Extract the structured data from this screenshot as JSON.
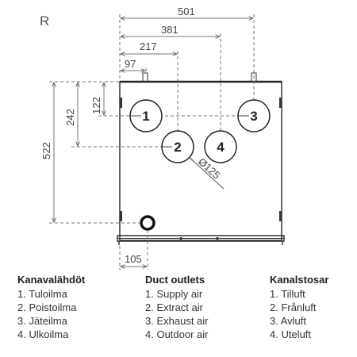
{
  "side_label": "R",
  "dimensions": {
    "w501": "501",
    "w381": "381",
    "w217": "217",
    "w97": "97",
    "h122": "122",
    "h242": "242",
    "h522": "522",
    "w105": "105",
    "dia": "Ø125"
  },
  "ports": [
    "1",
    "2",
    "3",
    "4"
  ],
  "legends": [
    {
      "title": "Kanavalähdöt",
      "items": [
        "1. Tuloilma",
        "2. Poistoilma",
        "3. Jäteilma",
        "4. Ulkoilma"
      ]
    },
    {
      "title": "Duct outlets",
      "items": [
        "1. Supply air",
        "2. Extract air",
        "3. Exhaust air",
        "4. Outdoor air"
      ]
    },
    {
      "title": "Kanalstosar",
      "items": [
        "1. Tilluft",
        "2. Frånluft",
        "3. Avluft",
        "4. Uteluft"
      ]
    }
  ]
}
